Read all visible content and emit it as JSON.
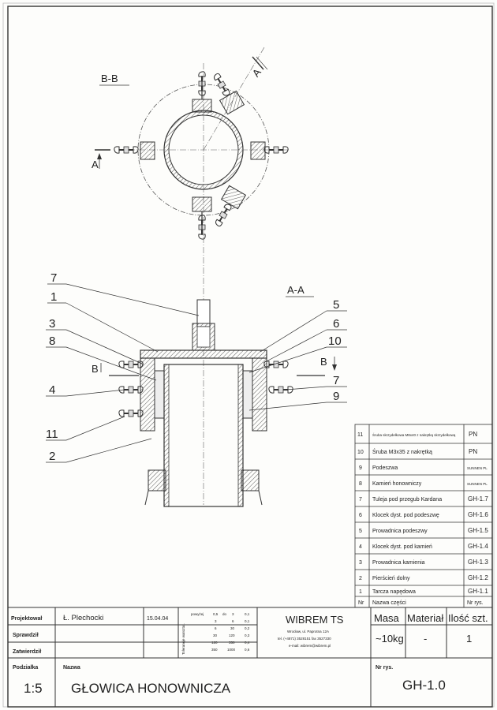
{
  "views": {
    "section_bb": "B-B",
    "section_aa": "A-A",
    "marker_a": "A",
    "marker_b": "B"
  },
  "callouts": {
    "left": [
      "7",
      "1",
      "3",
      "8",
      "4",
      "11",
      "2"
    ],
    "right": [
      "5",
      "6",
      "10",
      "7",
      "9"
    ]
  },
  "parts_list": {
    "rows": [
      {
        "nr": "11",
        "name": "Śruba skrzydełkowa M8x40 z nakrętką skrzydełkową",
        "ref": "PN"
      },
      {
        "nr": "10",
        "name": "Śruba M3x35 z nakrętką",
        "ref": "PN"
      },
      {
        "nr": "9",
        "name": "Podeszwa",
        "ref": "SUNNEN PL"
      },
      {
        "nr": "8",
        "name": "Kamień honowniczy",
        "ref": "SUNNEN PL"
      },
      {
        "nr": "7",
        "name": "Tuleja pod przegub Kardana",
        "ref": "GH-1.7"
      },
      {
        "nr": "6",
        "name": "Klocek dyst. pod podeszwę",
        "ref": "GH-1.6"
      },
      {
        "nr": "5",
        "name": "Prowadnica podeszwy",
        "ref": "GH-1.5"
      },
      {
        "nr": "4",
        "name": "Klocek dyst. pod kamień",
        "ref": "GH-1.4"
      },
      {
        "nr": "3",
        "name": "Prowadnica kamienia",
        "ref": "GH-1.3"
      },
      {
        "nr": "2",
        "name": "Pierścień dolny",
        "ref": "GH-1.2"
      },
      {
        "nr": "1",
        "name": "Tarcza napędowa",
        "ref": "GH-1.1"
      }
    ],
    "header": {
      "nr": "Nr",
      "name": "Nazwa części",
      "ref": "Nr rys."
    }
  },
  "title_block": {
    "projektowal_label": "Projektował",
    "projektowal_value": "Ł. Plechocki",
    "date": "15.04.04",
    "sprawdzil_label": "Sprawdził",
    "zatwierdzil_label": "Zatwierdził",
    "tolerance_label": "Tolerancje warsztat.",
    "tolerance_rows": [
      [
        "powyżej",
        "0,5",
        "do",
        "3",
        "0,1"
      ],
      [
        "",
        "3",
        "",
        "6",
        "0,1"
      ],
      [
        "",
        "6",
        "",
        "30",
        "0,2"
      ],
      [
        "",
        "30",
        "",
        "120",
        "0,3"
      ],
      [
        "",
        "120",
        "",
        "350",
        "0,4"
      ],
      [
        "",
        "350",
        "",
        "1000",
        "0,6"
      ]
    ],
    "company": "WIBREM TS",
    "address": "Wrocław, ul. Paprotna 12A",
    "phone": "tel. (+4871) 3528151 fax 3527330",
    "email": "e-mail: wibrem@wibrem.pl",
    "masa_label": "Masa",
    "masa_value": "~10kg",
    "material_label": "Materiał",
    "material_value": "-",
    "ilosc_label": "Ilość szt.",
    "ilosc_value": "1",
    "podzialka_label": "Podziałka",
    "podzialka_value": "1:5",
    "nazwa_label": "Nazwa",
    "nazwa_value": "GŁOWICA HONOWNICZA",
    "nr_rys_label": "Nr rys.",
    "nr_rys_value": "GH-1.0"
  }
}
